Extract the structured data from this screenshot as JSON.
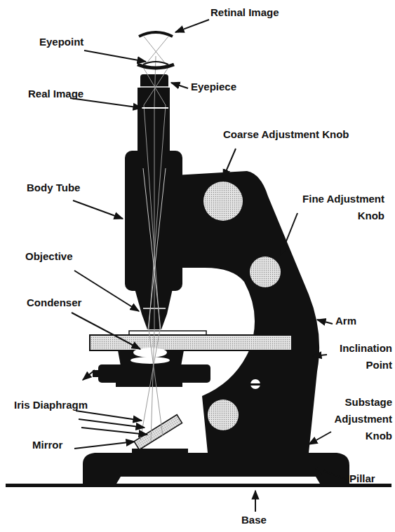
{
  "diagram": {
    "labels": [
      "Retinal Image",
      "Eyepoint",
      "Eyepiece",
      "Real Image",
      "Coarse Adjustment Knob",
      "Fine Adjustment Knob",
      "Body Tube",
      "Objective",
      "Arm",
      "Condenser",
      "Inclination Point",
      "Iris Diaphragm",
      "Substage Adjustment Knob",
      "Mirror",
      "Pillar",
      "Base"
    ]
  }
}
